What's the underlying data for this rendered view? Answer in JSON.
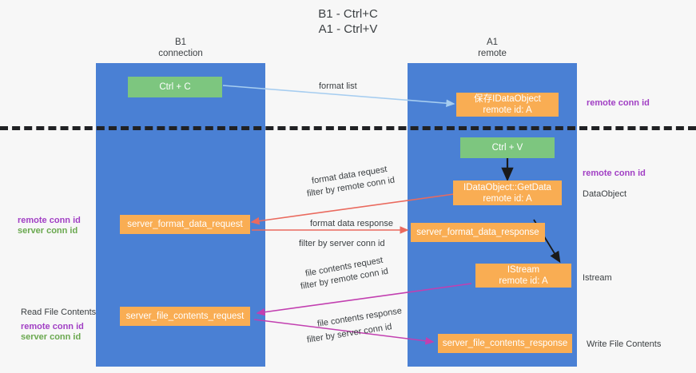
{
  "title": {
    "line1": "B1 - Ctrl+C",
    "line2": "A1 - Ctrl+V"
  },
  "lanes": [
    {
      "id": "b1",
      "name": "B1",
      "role": "connection"
    },
    {
      "id": "a1",
      "name": "A1",
      "role": "remote"
    }
  ],
  "colors": {
    "lane": "#4a80d4",
    "green_box": "#7dc67f",
    "orange_box": "#f9ad53",
    "background": "#f7f7f7",
    "divider": "#202124",
    "arrow_format_list": "#a6cdf0",
    "arrow_format_data": "#ea6a5e",
    "arrow_file_contents": "#c23fb0",
    "arrow_black": "#1a1a1a",
    "text_purple": "#a13fc4",
    "text_green": "#6aa84f",
    "text_magenta": "#c23fb0",
    "text_dark": "#3c4043"
  },
  "boxes": {
    "ctrl_c": {
      "label": "Ctrl + C",
      "type": "green"
    },
    "save_idataobject": {
      "line1": "保存IDataObject",
      "line2": "remote id: A",
      "type": "orange"
    },
    "ctrl_v": {
      "label": "Ctrl + V",
      "type": "green"
    },
    "getdata": {
      "line1": "IDataObject::GetData",
      "line2": "remote id: A",
      "type": "orange"
    },
    "server_format_data_request": {
      "label": "server_format_data_request",
      "type": "orange"
    },
    "server_format_data_response": {
      "label": "server_format_data_response",
      "type": "orange"
    },
    "istream": {
      "line1": "IStream",
      "line2": "remote id: A",
      "type": "orange"
    },
    "server_file_contents_request": {
      "label": "server_file_contents_request",
      "type": "orange"
    },
    "server_file_contents_response": {
      "label": "server_file_contents_response",
      "type": "orange"
    }
  },
  "arrow_labels": {
    "format_list": "format list",
    "format_data_request": "format data request",
    "format_data_request_filter_prefix": "filter by ",
    "format_data_request_filter_key": "remote conn id",
    "format_data_response": "format data response",
    "format_data_response_filter_prefix": "filter by ",
    "format_data_response_filter_key": "server conn id",
    "file_contents_request": "file contents request",
    "file_contents_request_filter_prefix": "filter by ",
    "file_contents_request_filter_key": "remote conn id",
    "file_contents_response": "file contents response",
    "file_contents_response_filter_prefix": "filter by ",
    "file_contents_response_filter_key": "server conn id"
  },
  "side_labels": {
    "right_remote_conn_id_top": "remote conn id",
    "right_remote_conn_id_mid": "remote conn id",
    "right_dataobject": "DataObject",
    "right_istream": "Istream",
    "right_write_file_contents": "Write File Contents",
    "left_remote_conn_id_mid": "remote conn id",
    "left_server_conn_id_mid": "server conn id",
    "left_read_file_contents": "Read File Contents",
    "left_remote_conn_id_bottom": "remote conn id",
    "left_server_conn_id_bottom": "server conn id"
  }
}
